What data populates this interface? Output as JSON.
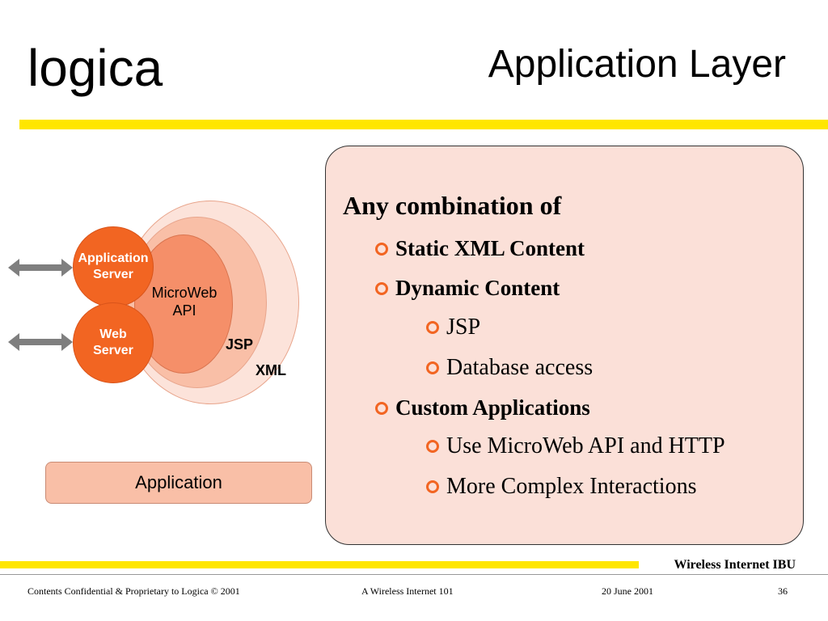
{
  "header": {
    "logo_text": "logica",
    "title": "Application Layer"
  },
  "diagram": {
    "node_application_server": "Application\nServer",
    "node_web_server": "Web\nServer",
    "api_label": "MicroWeb\nAPI",
    "jsp_label": "JSP",
    "xml_label": "XML",
    "application_box": "Application"
  },
  "panel": {
    "heading": "Any combination of",
    "bullets": [
      {
        "level": 1,
        "text": "Static XML Content"
      },
      {
        "level": 1,
        "text": "Dynamic Content"
      },
      {
        "level": 2,
        "text": "JSP"
      },
      {
        "level": 2,
        "text": "Database access"
      },
      {
        "level": 1,
        "text": "Custom Applications"
      },
      {
        "level": 2,
        "text": "Use MicroWeb API and HTTP"
      },
      {
        "level": 2,
        "text": "More Complex Interactions"
      }
    ]
  },
  "footer": {
    "brand": "Wireless Internet IBU",
    "confidential": "Contents Confidential & Proprietary to Logica © 2001",
    "course": "A Wireless Internet 101",
    "date": "20 June 2001",
    "page": "36"
  },
  "colors": {
    "accent_yellow": "#FFE600",
    "accent_orange": "#F26522",
    "panel_fill": "#FBE0D8"
  }
}
